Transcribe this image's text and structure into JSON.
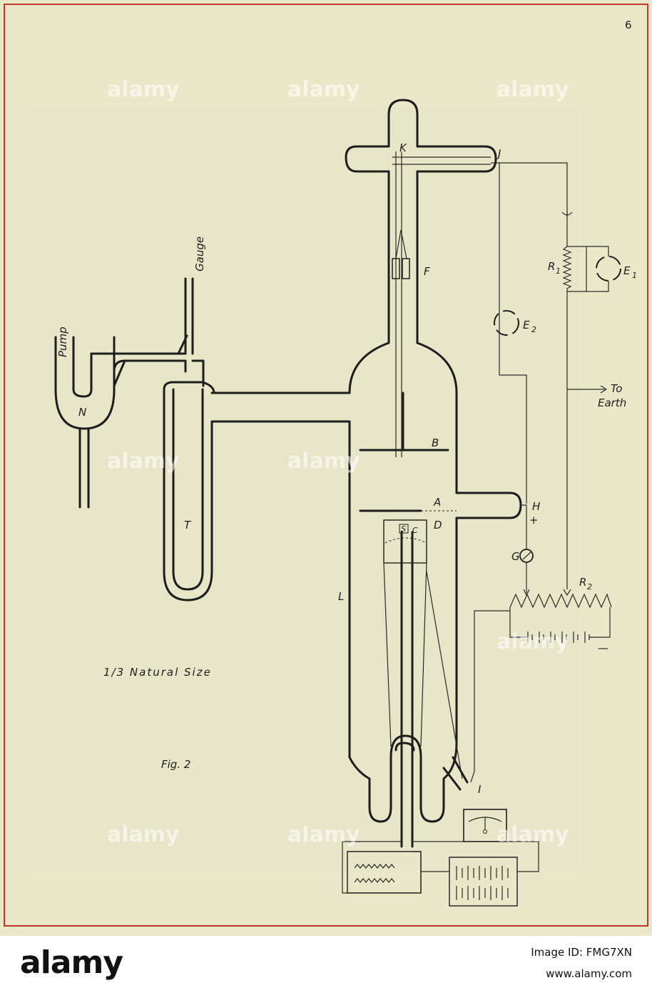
{
  "page_number": "6",
  "figure": {
    "caption": "Fig. 2",
    "scale_note": "1/3 Natural Size"
  },
  "labels": {
    "pump": "Pump",
    "gauge": "Gauge",
    "n": "N",
    "t": "T",
    "l": "L",
    "k": "K",
    "j": "J",
    "f": "F",
    "b": "B",
    "a": "A",
    "d": "D",
    "h": "H",
    "plus": "+",
    "g": "G",
    "i": "I",
    "s": "S",
    "c": "C",
    "e1": "E",
    "e1_sub": "1",
    "e2": "E",
    "e2_sub": "2",
    "r1": "R",
    "r1_sub": "1",
    "r2": "R",
    "r2_sub": "2",
    "to": "To",
    "earth": "Earth",
    "minus": "—"
  },
  "watermark": {
    "text": "alamy",
    "banner_logo": "alamy",
    "image_id": "Image ID: FMG7XN",
    "url": "www.alamy.com"
  },
  "colors": {
    "paper": "#ebe8c9",
    "border": "#c0392b",
    "ink": "#1d1d1d"
  }
}
